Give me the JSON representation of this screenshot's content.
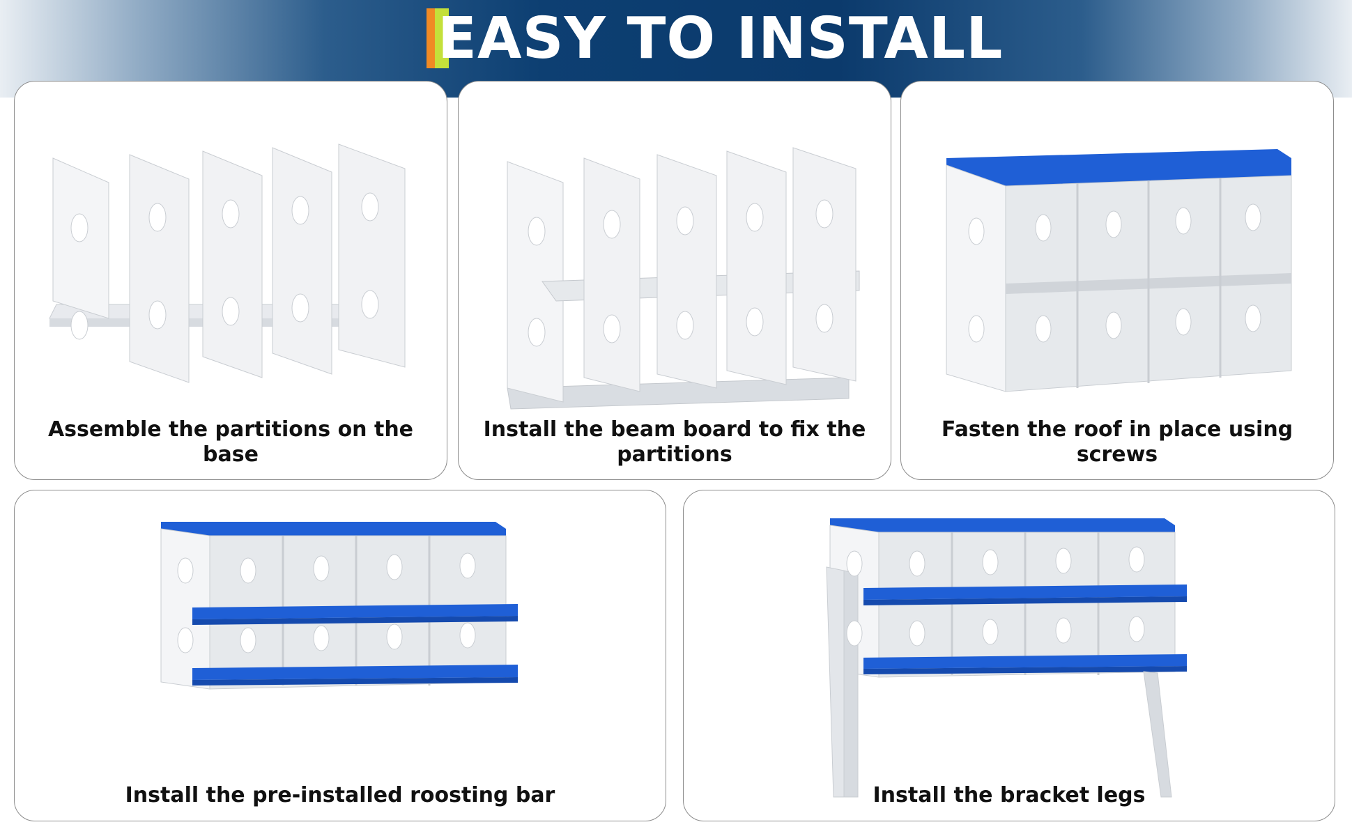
{
  "header": {
    "title": "EASY TO INSTALL",
    "accent_colors": [
      "#f08a24",
      "#c4e03a"
    ]
  },
  "steps": [
    {
      "caption": "Assemble the partitions on the base",
      "icon": "partitions-on-base-image"
    },
    {
      "caption": "Install the beam board to fix the partitions",
      "icon": "beam-board-image"
    },
    {
      "caption": "Fasten the roof in place using screws",
      "icon": "roof-image"
    },
    {
      "caption": "Install the pre-installed roosting bar",
      "icon": "roosting-bar-image"
    },
    {
      "caption": "Install the bracket legs",
      "icon": "bracket-legs-image"
    }
  ],
  "colors": {
    "roof_blue": "#1f5fd6",
    "metal": "#e3e6ea",
    "header_navy": "#0b3a6c"
  }
}
